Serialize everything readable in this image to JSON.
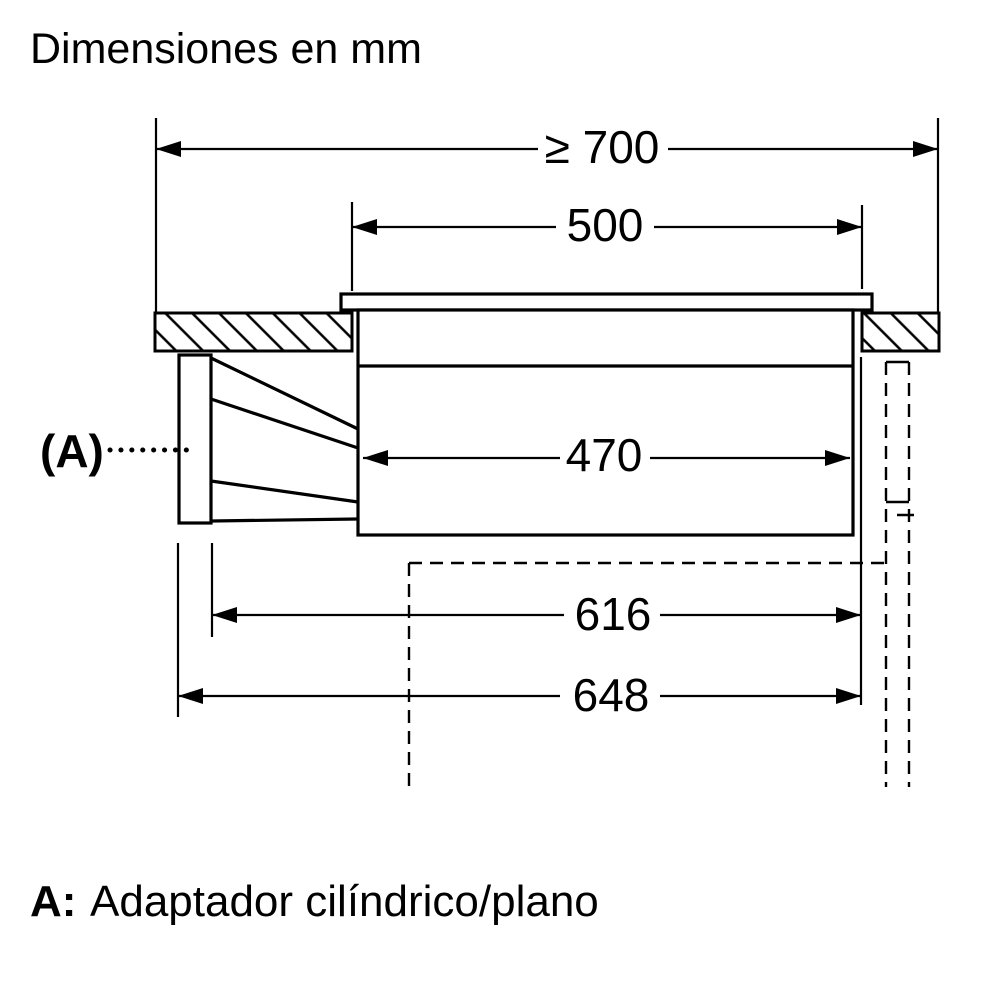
{
  "title": "Dimensiones en mm",
  "unit": "mm",
  "diagram": {
    "dimensions": {
      "min_worktop_width": {
        "label": "≥ 700",
        "meaning": "minimum worktop width"
      },
      "cutout_width": {
        "label": "500",
        "meaning": "worktop cutout width"
      },
      "body_width": {
        "label": "470",
        "meaning": "appliance body width"
      },
      "offset_inner": {
        "label": "616",
        "meaning": "adapter inner edge to duct"
      },
      "offset_outer": {
        "label": "648",
        "meaning": "adapter outer edge to duct"
      }
    },
    "callout": {
      "label": "(A)"
    }
  },
  "footnote": {
    "key": "A:",
    "description": "Adaptador cilíndrico/plano"
  },
  "colors": {
    "line": "#000000",
    "background": "#ffffff"
  }
}
